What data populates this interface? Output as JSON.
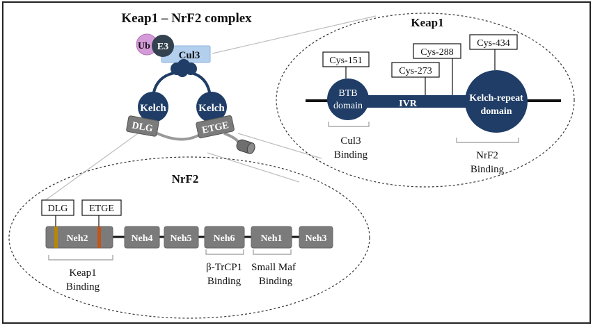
{
  "title": "Keap1 – NrF2 complex",
  "complex": {
    "ub": "Ub",
    "e3": "E3",
    "cul3": "Cul3",
    "kelch_left": "Kelch",
    "kelch_right": "Kelch",
    "dlg": "DLG",
    "etge": "ETGE"
  },
  "keap1": {
    "title": "Keap1",
    "btb_line1": "BTB",
    "btb_line2": "domain",
    "ivr": "IVR",
    "kelch_line1": "Kelch-repeat",
    "kelch_line2": "domain",
    "cys151": "Cys-151",
    "cys273": "Cys-273",
    "cys288": "Cys-288",
    "cys434": "Cys-434",
    "cul3_binding_line1": "Cul3",
    "cul3_binding_line2": "Binding",
    "nrf2_binding_line1": "NrF2",
    "nrf2_binding_line2": "Binding"
  },
  "nrf2": {
    "title": "NrF2",
    "dlg": "DLG",
    "etge": "ETGE",
    "neh2": "Neh2",
    "neh4": "Neh4",
    "neh5": "Neh5",
    "neh6": "Neh6",
    "neh1": "Neh1",
    "neh3": "Neh3",
    "keap1_binding_line1": "Keap1",
    "keap1_binding_line2": "Binding",
    "btrcp1_binding_line1": "β-TrCP1",
    "btrcp1_binding_line2": "Binding",
    "smallmaf_binding_line1": "Small Maf",
    "smallmaf_binding_line2": "Binding"
  },
  "colors": {
    "navy": "#1f3d66",
    "grey_domain": "#7b7b7b",
    "ub_pink": "#d59ad8",
    "cul3_blue": "#b3cfee",
    "dlg_marker": "#b8860b",
    "etge_marker": "#c0561b"
  }
}
